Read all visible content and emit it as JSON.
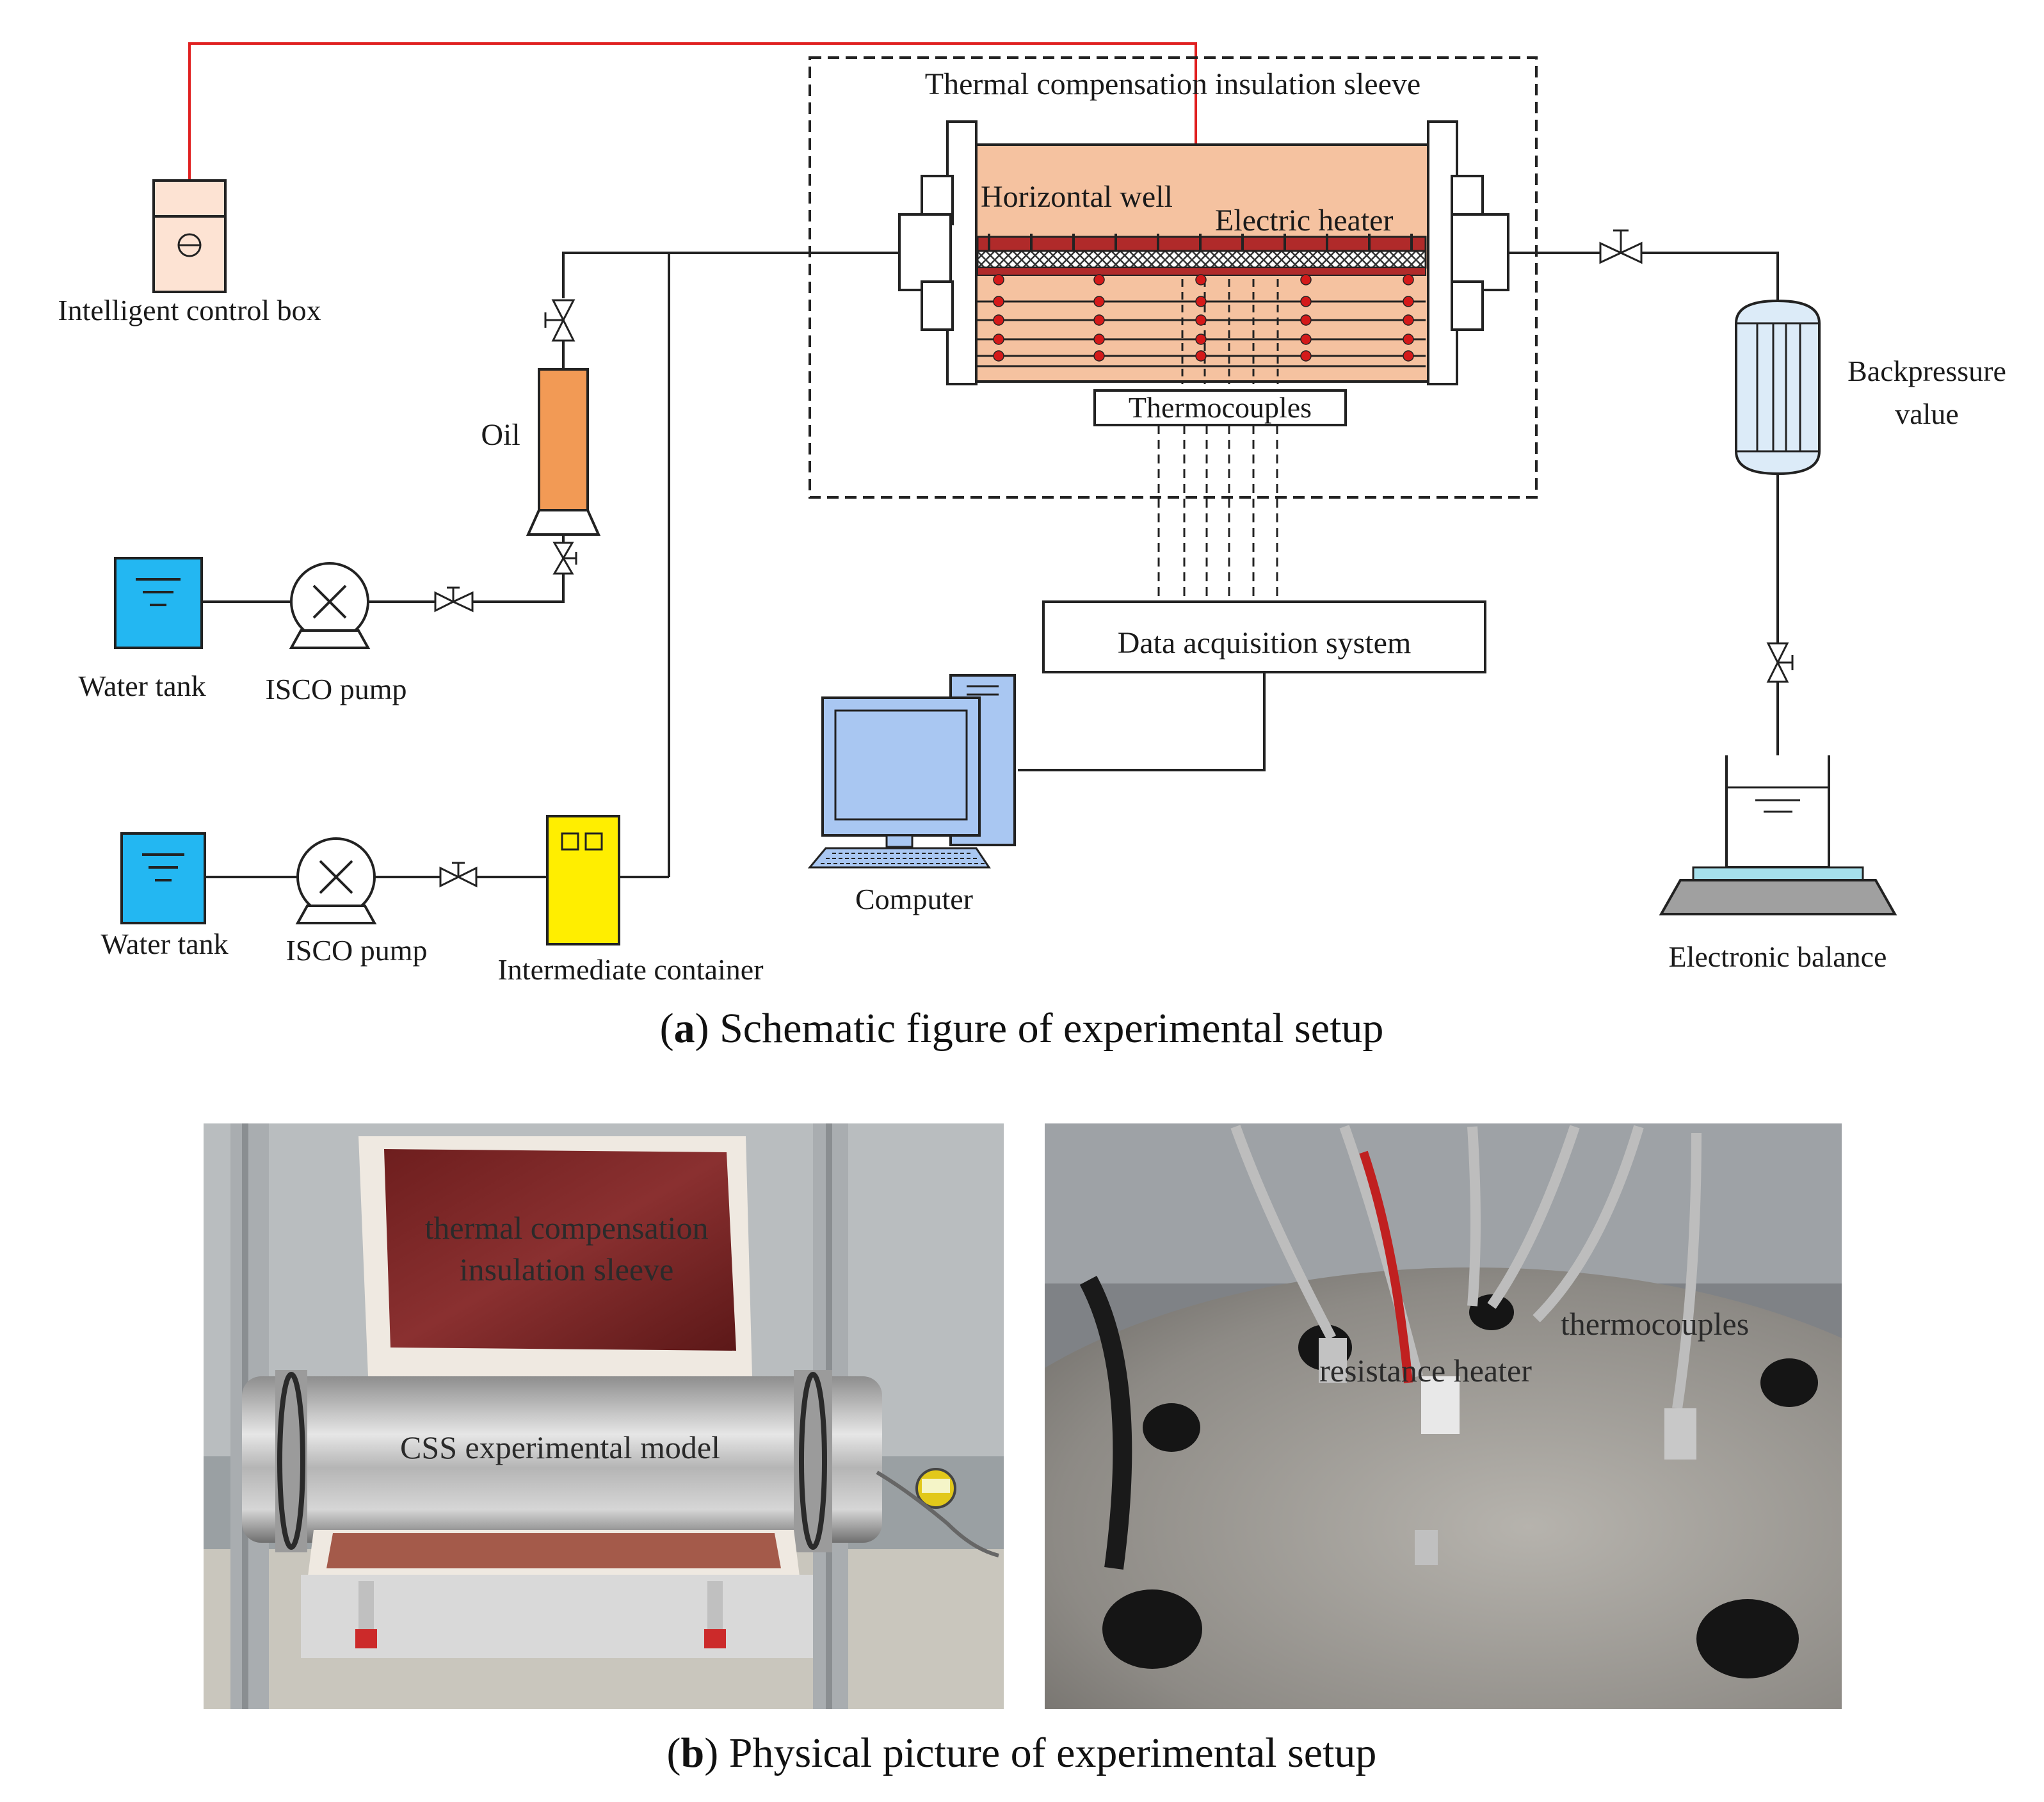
{
  "schematic": {
    "labels": {
      "sleeve": "Thermal compensation insulation sleeve",
      "horizontal_well": "Horizontal well",
      "electric_heater": "Electric heater",
      "thermocouples": "Thermocouples",
      "control_box": "Intelligent control box",
      "oil": "Oil",
      "water_tank_1": "Water tank",
      "isco_pump_1": "ISCO pump",
      "water_tank_2": "Water tank",
      "isco_pump_2": "ISCO pump",
      "intermediate_container": "Intermediate container",
      "data_acquisition": "Data acquisition system",
      "computer": "Computer",
      "backpressure_1": "Backpressure",
      "backpressure_2": "value",
      "balance": "Electronic balance"
    },
    "caption_letter": "a",
    "caption_text": "Schematic figure of experimental setup"
  },
  "photos": {
    "left_label_1": "thermal compensation",
    "left_label_2": "insulation sleeve",
    "left_label_3": "CSS experimental model",
    "right_label_1": "thermocouples",
    "right_label_2": "resistance heater",
    "caption_letter": "b",
    "caption_text": "Physical picture of experimental setup"
  },
  "colors": {
    "model_fill": "#f5c2a0",
    "heater_band": "#b02a2a",
    "sensor_dot": "#d41a1a",
    "control_wire": "#e02020",
    "oil_fill": "#f29a55",
    "water_fill": "#23b7f2",
    "container_fill": "#ffee00",
    "control_box_fill": "#fde3d3",
    "monitor_fill": "#a9c7f2",
    "backpressure_fill": "#dcebf8",
    "balance_plate": "#a6e0ec"
  }
}
